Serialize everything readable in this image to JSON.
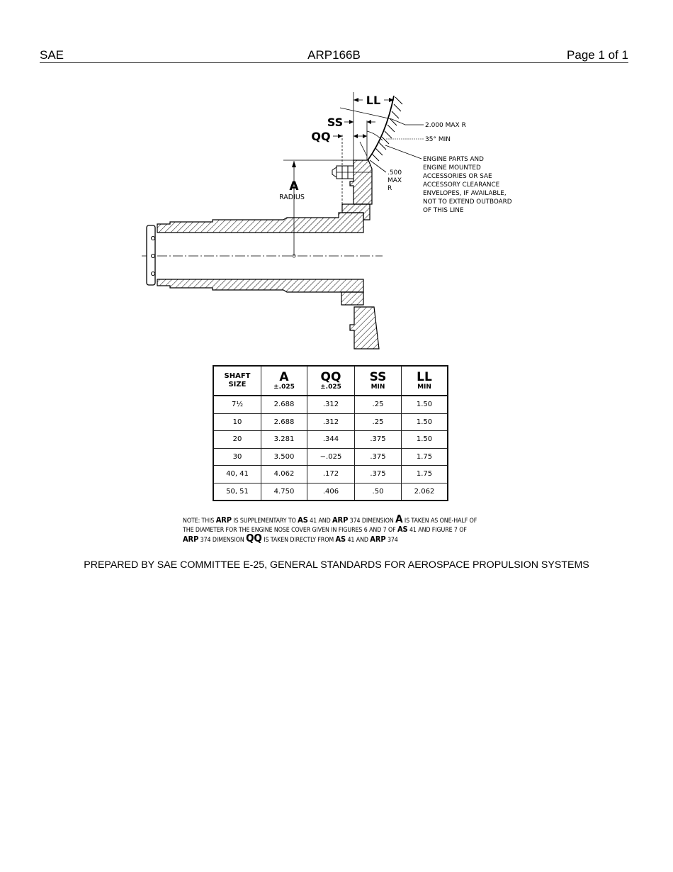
{
  "header": {
    "left": "SAE",
    "center": "ARP166B",
    "right": "Page 1 of 1"
  },
  "figure": {
    "labels": {
      "ll": "LL",
      "ss": "SS",
      "qq": "QQ",
      "a": "A",
      "radius": "RADIUS",
      "max_r_2000": "2.000 MAX R",
      "angle_min": "35° MIN",
      "r500_line1": ".500",
      "r500_line2": "MAX",
      "r500_line3": "R",
      "envelope_lines": [
        "ENGINE PARTS AND",
        "ENGINE MOUNTED",
        "ACCESSORIES OR SAE",
        "ACCESSORY CLEARANCE",
        "ENVELOPES, IF AVAILABLE,",
        "NOT TO EXTEND OUTBOARD",
        "OF THIS LINE"
      ]
    }
  },
  "table": {
    "headers": [
      {
        "top": "SHAFT",
        "bottom": "SIZE"
      },
      {
        "main": "A",
        "sub": "±.025"
      },
      {
        "main": "QQ",
        "sub": "±.025"
      },
      {
        "main": "SS",
        "sub": "MIN"
      },
      {
        "main": "LL",
        "sub": "MIN"
      }
    ],
    "rows": [
      [
        "7½",
        "2.688",
        ".312",
        ".25",
        "1.50"
      ],
      [
        "10",
        "2.688",
        ".312",
        ".25",
        "1.50"
      ],
      [
        "20",
        "3.281",
        ".344",
        ".375",
        "1.50"
      ],
      [
        "30",
        "3.500",
        "−.025",
        ".375",
        "1.75"
      ],
      [
        "40, 41",
        "4.062",
        ".172",
        ".375",
        "1.75"
      ],
      [
        "50, 51",
        "4.750",
        ".406",
        ".50",
        "2.062"
      ]
    ]
  },
  "note": {
    "p1": "NOTE: THIS ",
    "arp1": "ARP",
    "p2": " IS SUPPLEMENTARY TO ",
    "as1": "AS",
    "p3": " 41 AND ",
    "arp2": "ARP",
    "p4": " 374 DIMENSION ",
    "dimA": "A",
    "p5": " IS TAKEN AS ONE-HALF OF THE DIAMETER FOR THE ENGINE NOSE COVER GIVEN IN FIGURES 6 AND 7 OF ",
    "as2": "AS",
    "p6": " 41 AND FIGURE 7 OF ",
    "arp3": "ARP",
    "p7": " 374 DIMENSION ",
    "dimQQ": "QQ",
    "p8": " IS TAKEN DIRECTLY FROM ",
    "as3": "AS",
    "p9": " 41 AND ",
    "arp4": "ARP",
    "p10": " 374"
  },
  "footer": {
    "prepared_by": "PREPARED BY SAE COMMITTEE E-25, GENERAL STANDARDS FOR AEROSPACE PROPULSION SYSTEMS"
  }
}
